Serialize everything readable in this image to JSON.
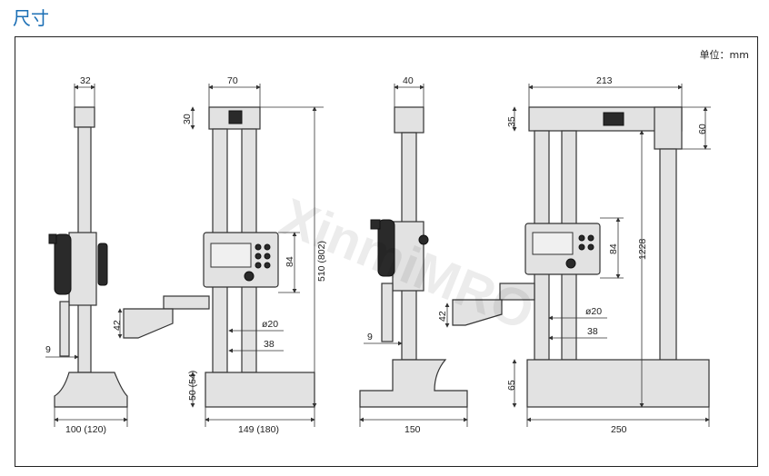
{
  "page": {
    "title": "尺寸",
    "unit_note": "单位：mm"
  },
  "views": [
    {
      "id": "v1",
      "dims": {
        "top_width": "32",
        "step": "9",
        "base_width": "100 (120)"
      }
    },
    {
      "id": "v2",
      "dims": {
        "top_width": "70",
        "head_height": "30",
        "unit_height": "84",
        "total_height": "510 (802)",
        "arm_height": "42",
        "dia": "ø20",
        "depth": "38",
        "base_height": "50 (54)",
        "base_width": "149 (180)"
      }
    },
    {
      "id": "v3",
      "dims": {
        "top_width": "40",
        "arm_height": "42",
        "step": "9",
        "base_width": "150"
      }
    },
    {
      "id": "v4",
      "dims": {
        "top_width": "213",
        "head_height": "35",
        "side_height": "60",
        "unit_height": "84",
        "total_height": "1228",
        "dia": "ø20",
        "depth": "38",
        "base_height": "65",
        "base_width": "250"
      }
    }
  ],
  "watermark": "XinmiMRO"
}
